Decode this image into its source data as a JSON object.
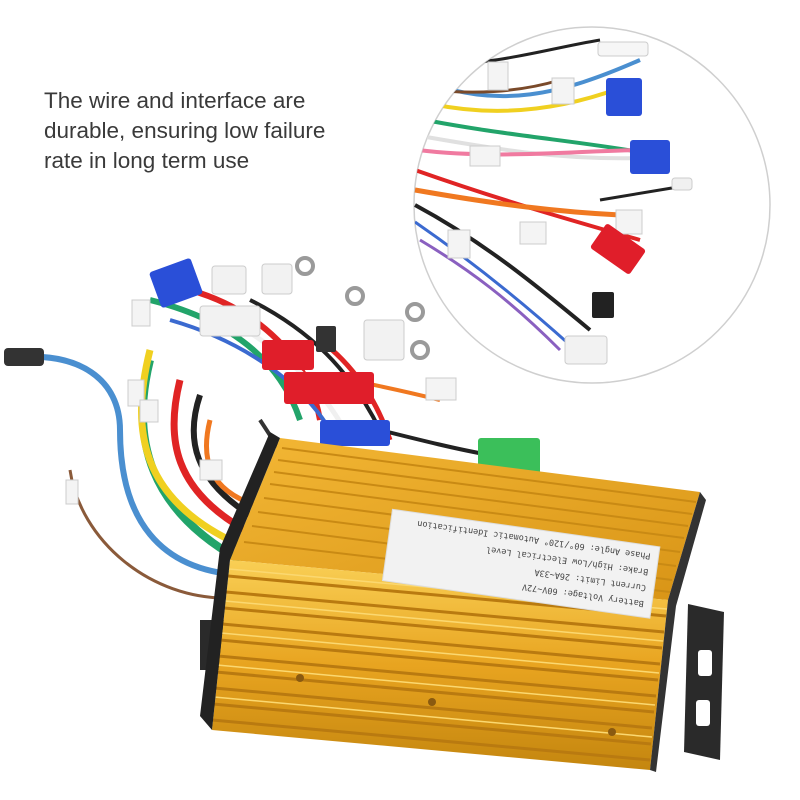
{
  "caption": {
    "lines": [
      "The wire and interface are",
      "durable, ensuring low failure",
      "rate in long term use"
    ]
  },
  "label": {
    "lines": [
      "Battery Voltage: 60V~72V",
      "Current Limit: 26A~33A",
      "Brake: High/Low Electrical Level",
      "Phase Angle: 60°/120° Automatic Identification"
    ]
  },
  "colors": {
    "background": "#ffffff",
    "caption_text": "#3a3a3a",
    "housing": "#e8a420",
    "housing_fin_light": "#f7c64a",
    "housing_fin_dark": "#b97a10",
    "bracket": "#2a2a2a",
    "label_bg": "#f2f2f2",
    "label_text": "#444444",
    "circle_border": "#cfcfcf",
    "wire_blue": "#4a8fd0",
    "wire_green": "#22a46a",
    "wire_yellow": "#f0d020",
    "wire_red": "#e02424",
    "wire_black": "#222222",
    "wire_orange": "#f07820",
    "wire_white": "#f0f0f0",
    "connector_blue": "#2a4fd8",
    "connector_red": "#e01e2a",
    "connector_green": "#3bbf5a"
  }
}
